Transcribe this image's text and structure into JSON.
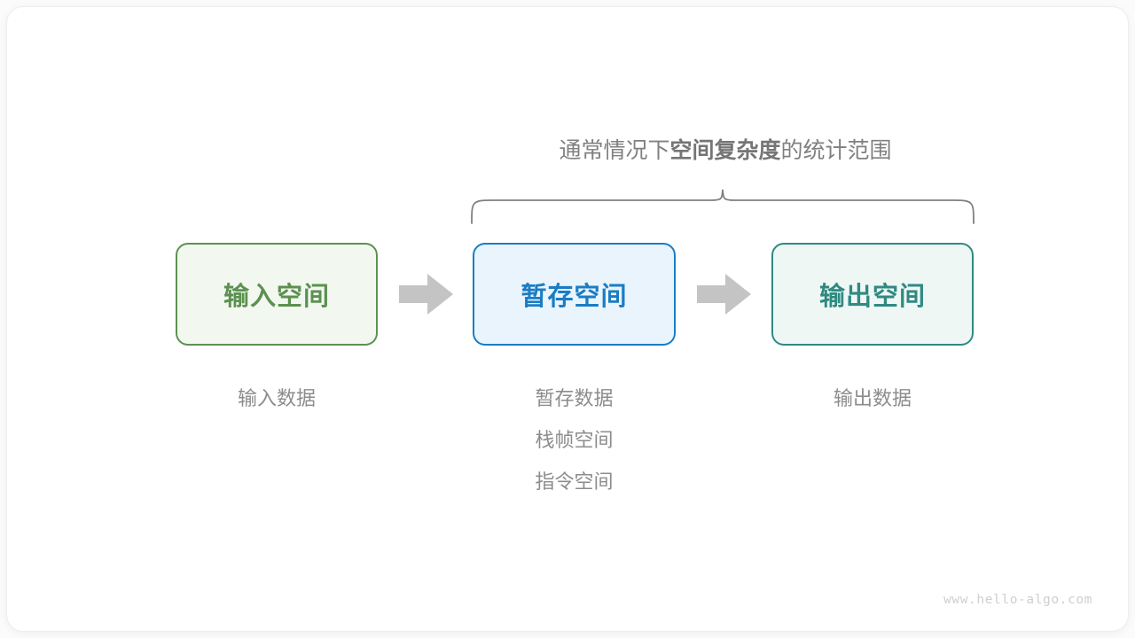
{
  "diagram": {
    "title_caption": {
      "prefix": "通常情况下",
      "emphasis": "空间复杂度",
      "suffix": "的统计范围"
    },
    "brace": {
      "name": "curly-brace",
      "color": "#808080",
      "spans_boxes": [
        "暂存空间",
        "输出空间"
      ]
    },
    "boxes": [
      {
        "label": "输入空间",
        "caption_lines": [
          "输入数据"
        ],
        "border_color": "#5c9150",
        "fill_color": "#f2f8f0",
        "text_color": "#5c9150"
      },
      {
        "label": "暂存空间",
        "caption_lines": [
          "暂存数据",
          "栈帧空间",
          "指令空间"
        ],
        "border_color": "#1a7dc4",
        "fill_color": "#eaf4fc",
        "text_color": "#1a7dc4"
      },
      {
        "label": "输出空间",
        "caption_lines": [
          "输出数据"
        ],
        "border_color": "#2f8a81",
        "fill_color": "#eff7f5",
        "text_color": "#2f8a81"
      }
    ],
    "arrows": [
      {
        "name": "arrow-input-to-temp",
        "color": "#c4c4c4"
      },
      {
        "name": "arrow-temp-to-output",
        "color": "#c4c4c4"
      }
    ],
    "watermark": "www.hello-algo.com",
    "colors": {
      "background": "#fbfbfb",
      "card": "#ffffff",
      "caption_gray": "#8c8c8c",
      "arrow_gray": "#c4c4c4",
      "watermark_gray": "#cfcfcf"
    }
  }
}
